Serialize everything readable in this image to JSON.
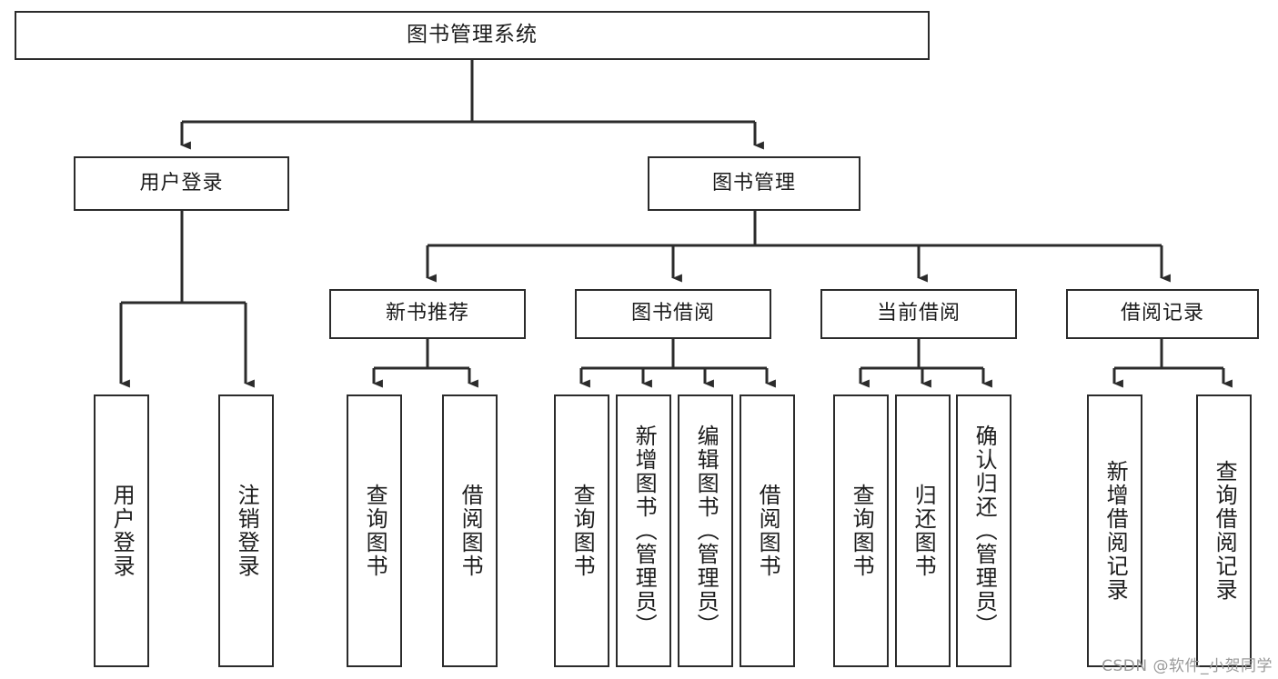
{
  "diagram": {
    "title": "图书管理系统",
    "watermark": "CSDN @软件_小贺同学",
    "colors": {
      "stroke": "#2b2b2b",
      "background": "#ffffff",
      "text": "#1c1c1c",
      "watermark": "#9a9a9a"
    },
    "type": "tree-hierarchy",
    "levels": 4,
    "nodes": {
      "root": {
        "label": "图书管理系统"
      },
      "level2": [
        {
          "id": "user-login",
          "label": "用户登录"
        },
        {
          "id": "book-management",
          "label": "图书管理"
        }
      ],
      "level3": [
        {
          "id": "new-book-recommend",
          "label": "新书推荐"
        },
        {
          "id": "book-borrow",
          "label": "图书借阅"
        },
        {
          "id": "current-borrow",
          "label": "当前借阅"
        },
        {
          "id": "borrow-record",
          "label": "借阅记录"
        }
      ],
      "leaves": {
        "user_login": [
          {
            "id": "leaf-user-login",
            "label": "用户登录"
          },
          {
            "id": "leaf-logout",
            "label": "注销登录"
          }
        ],
        "new_book_recommend": [
          {
            "id": "leaf-query-book-1",
            "label": "查询图书"
          },
          {
            "id": "leaf-borrow-book-1",
            "label": "借阅图书"
          }
        ],
        "book_borrow": [
          {
            "id": "leaf-query-book-2",
            "label": "查询图书"
          },
          {
            "id": "leaf-add-book",
            "label": "新增图书（管理员）"
          },
          {
            "id": "leaf-edit-book",
            "label": "编辑图书（管理员）"
          },
          {
            "id": "leaf-borrow-book-2",
            "label": "借阅图书"
          }
        ],
        "current_borrow": [
          {
            "id": "leaf-query-book-3",
            "label": "查询图书"
          },
          {
            "id": "leaf-return-book",
            "label": "归还图书"
          },
          {
            "id": "leaf-confirm-return",
            "label": "确认归还（管理员）"
          }
        ],
        "borrow_record": [
          {
            "id": "leaf-add-record",
            "label": "新增借阅记录"
          },
          {
            "id": "leaf-query-record",
            "label": "查询借阅记录"
          }
        ]
      }
    }
  }
}
